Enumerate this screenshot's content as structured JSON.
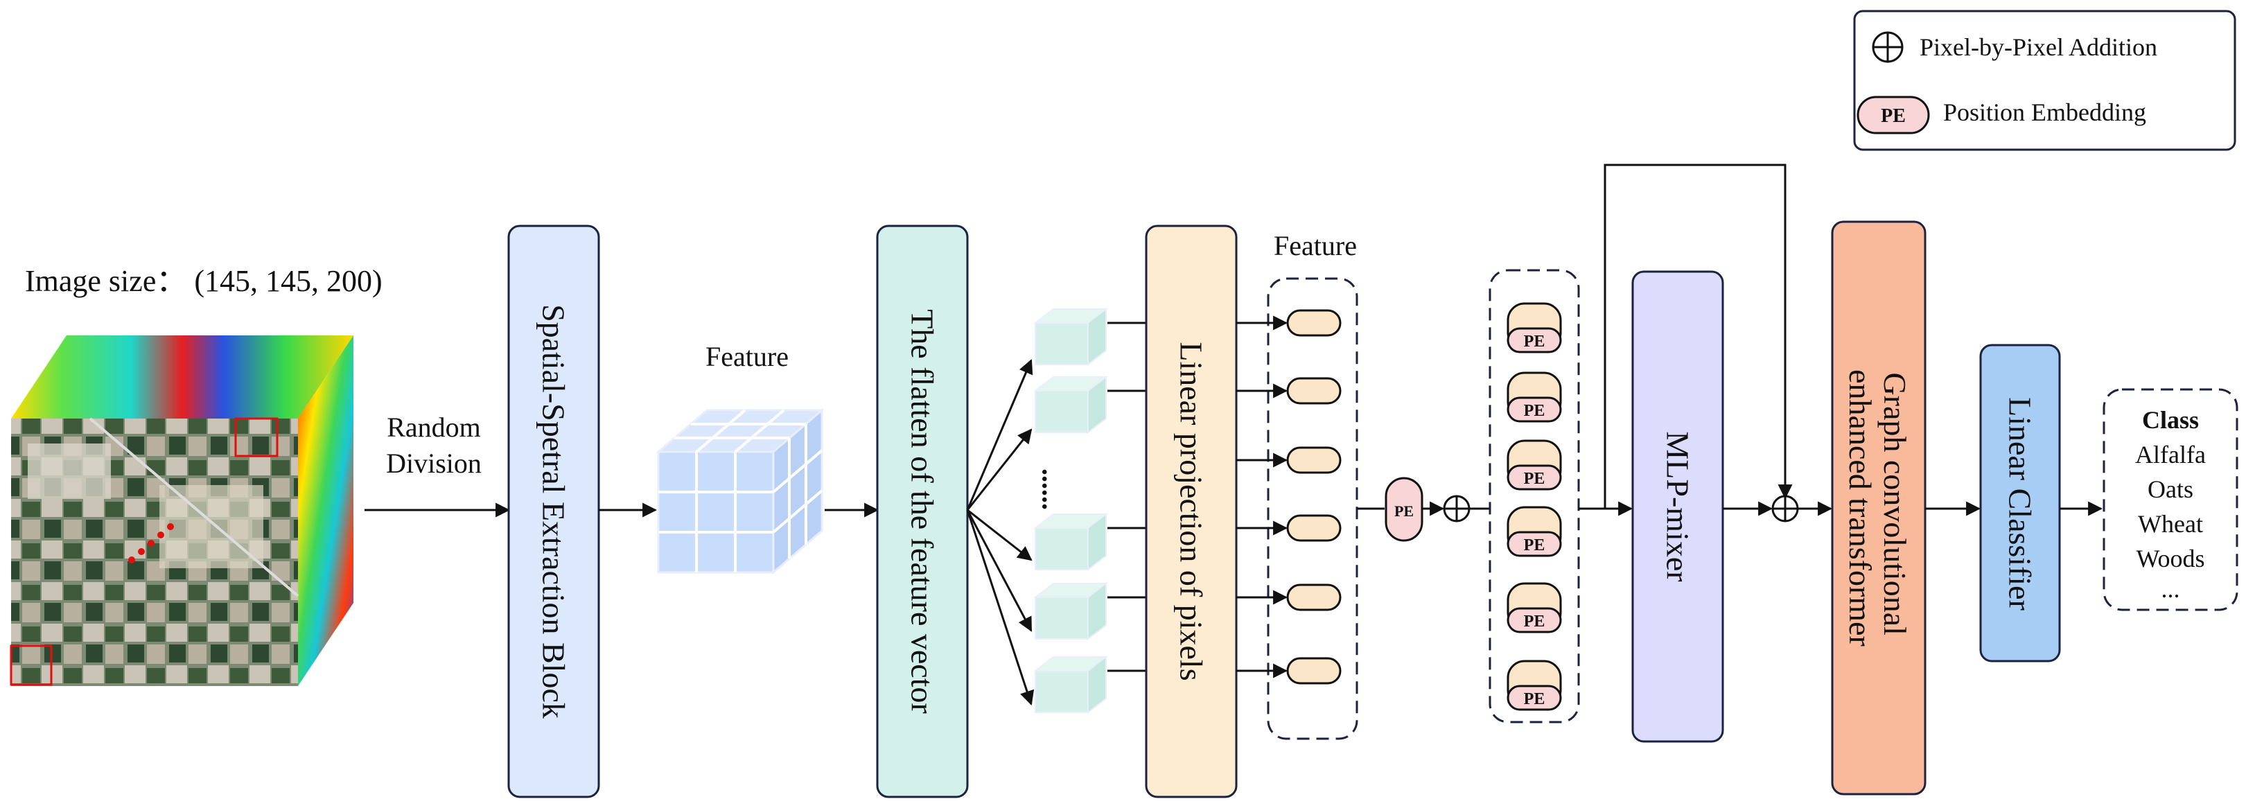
{
  "legend": {
    "addition_label": "Pixel-by-Pixel Addition",
    "pe_badge": "PE",
    "pe_label": "Position Embedding"
  },
  "image_size_label": "Image size： (145, 145, 200)",
  "random_division": {
    "line1": "Random",
    "line2": "Division"
  },
  "feature_label_1": "Feature",
  "feature_label_2": "Feature",
  "blocks": {
    "spatial_spectral": "Spatial-Spetral Extraction Block",
    "flatten": "The flatten of the feature vector",
    "linear_projection": "Linear projection of pixels",
    "mlp_mixer": "MLP-mixer",
    "gcet_line1": "Graph convolutional",
    "gcet_line2": "enhanced transformer",
    "linear_classifier": "Linear Classifier"
  },
  "pe_badge_text": "PE",
  "ellipsis_dots": "......",
  "classes": {
    "header": "Class",
    "items": [
      "Alfalfa",
      "Oats",
      "Wheat",
      "Woods",
      "..."
    ]
  },
  "colors": {
    "spatial_block": "#dce8fb",
    "flatten_block": "#d3f1ea",
    "linear_proj_block": "#fdebd2",
    "mlp_block": "#dcdcfc",
    "gcet_block": "#f9b99b",
    "classifier_block": "#a8cdf5",
    "token": "#fbe6c9",
    "pe": "#f8d6d8",
    "feature_cube": "#c8dcfb",
    "patch": "#d4f0e8"
  }
}
